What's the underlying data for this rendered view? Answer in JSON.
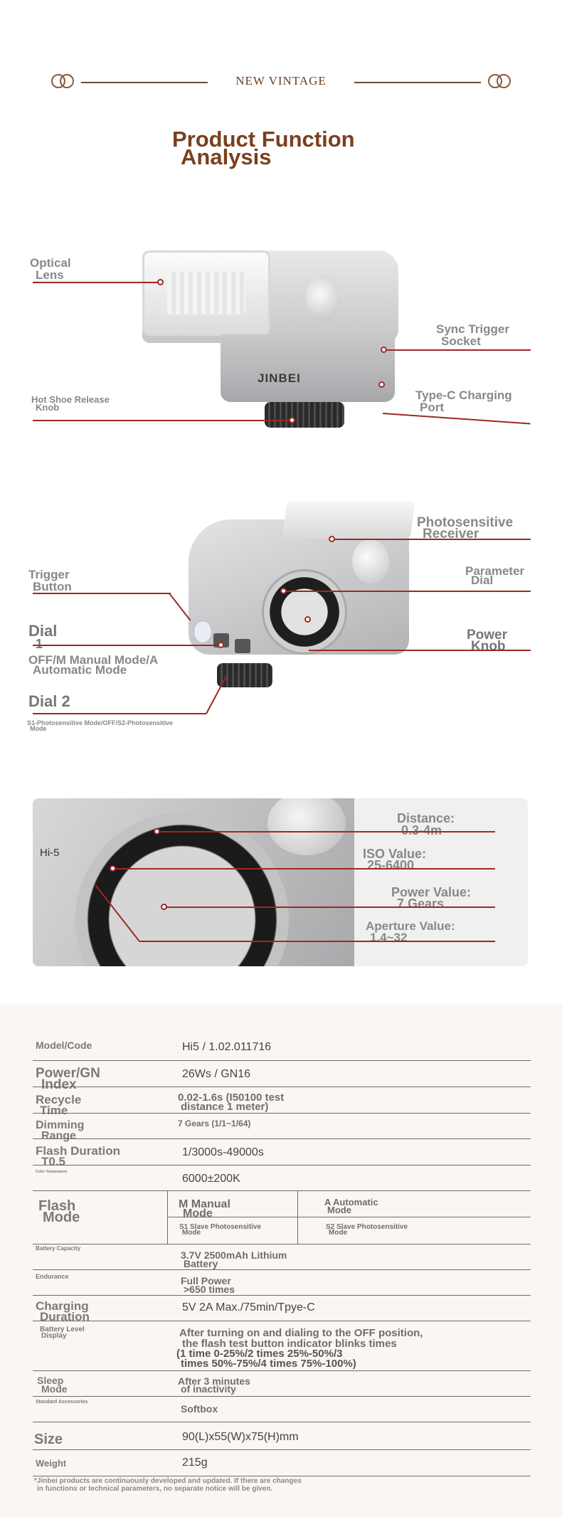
{
  "header": {
    "brand": "NEW VINTAGE",
    "title_line1": "Product Function",
    "title_line2": "Analysis"
  },
  "flash_side_view": {
    "logo": "JINBEI",
    "callouts": {
      "optical_lens_1": "Optical",
      "optical_lens_2": "Lens",
      "sync_1": "Sync Trigger",
      "sync_2": "Socket",
      "hot_shoe_1": "Hot Shoe Release",
      "hot_shoe_2": "Knob",
      "typec_1": "Type-C Charging",
      "typec_2": "Port"
    }
  },
  "flash_back_view": {
    "callouts": {
      "photo_1": "Photosensitive",
      "photo_2": "Receiver",
      "trigger_1": "Trigger",
      "trigger_2": "Button",
      "param_1": "Parameter",
      "param_2": "Dial",
      "dial1_1": "Dial",
      "dial1_2": "1",
      "mode_1": "OFF/M Manual Mode/A",
      "mode_2": "Automatic Mode",
      "power_1": "Power",
      "power_2": "Knob",
      "dial2": "Dial 2",
      "s1_1": "S1-Photosensitive Mode/OFF/S2-Photosensitive",
      "s1_2": "Mode"
    }
  },
  "dial_closeup": {
    "model_mark": "Hi-5",
    "callouts": {
      "distance_1": "Distance:",
      "distance_2": "0.3-4m",
      "iso_1": "ISO Value:",
      "iso_2": "25-6400",
      "power_1": "Power Value:",
      "power_2": "7 Gears",
      "aperture_1": "Aperture Value:",
      "aperture_2": "1.4~32"
    }
  },
  "specs": {
    "model_k": "Model/Code",
    "model_v": "Hi5 / 1.02.011716",
    "power_k1": "Power/GN",
    "power_k2": "Index",
    "power_v": "26Ws / GN16",
    "recycle_k1": "Recycle",
    "recycle_k2": "Time",
    "recycle_v1": "0.02-1.6s (I50100 test",
    "recycle_v2": "distance 1 meter)",
    "dimming_k1": "Dimming",
    "dimming_k2": "Range",
    "dimming_v": "7 Gears (1/1~1/64)",
    "duration_k1": "Flash Duration",
    "duration_k2": "T0.5",
    "duration_v": "1/3000s-49000s",
    "colortemp_k": "Color Temperature",
    "colortemp_v": "6000±200K",
    "mode_k1": "Flash",
    "mode_k2": "Mode",
    "mode_m1": "M Manual",
    "mode_m2": "Mode",
    "mode_a1": "A Automatic",
    "mode_a2": "Mode",
    "mode_s1a": "S1 Slave Photosensitive",
    "mode_s1b": "Mode",
    "mode_s2a": "S2 Slave Photosensitive",
    "mode_s2b": "Mode",
    "battery_k": "Battery Capacity",
    "battery_v1": "3.7V 2500mAh Lithium",
    "battery_v2": "Battery",
    "endurance_k": "Endurance",
    "endurance_v1": "Full Power",
    "endurance_v2": ">650 times",
    "charging_k1": "Charging",
    "charging_k2": "Duration",
    "charging_v": "5V 2A Max./75min/Tpye-C",
    "level_k1": "Battery Level",
    "level_k2": "Display",
    "level_v1": "After turning on and dialing to the OFF position,",
    "level_v2": "the flash test button indicator blinks times",
    "level_v3": "(1 time 0-25%/2 times 25%-50%/3",
    "level_v4": "times 50%-75%/4 times 75%-100%)",
    "sleep_k1": "Sleep",
    "sleep_k2": "Mode",
    "sleep_v1": "After 3 minutes",
    "sleep_v2": "of inactivity",
    "acc_k": "Standard Accessories",
    "acc_v": "Softbox",
    "size_k": "Size",
    "size_v": "90(L)x55(W)x75(H)mm",
    "weight_k": "Weight",
    "weight_v": "215g",
    "note_1": "*Jinbei products are continuously developed and updated. If there are changes",
    "note_2": "in functions or technical parameters, no separate notice will be given."
  }
}
